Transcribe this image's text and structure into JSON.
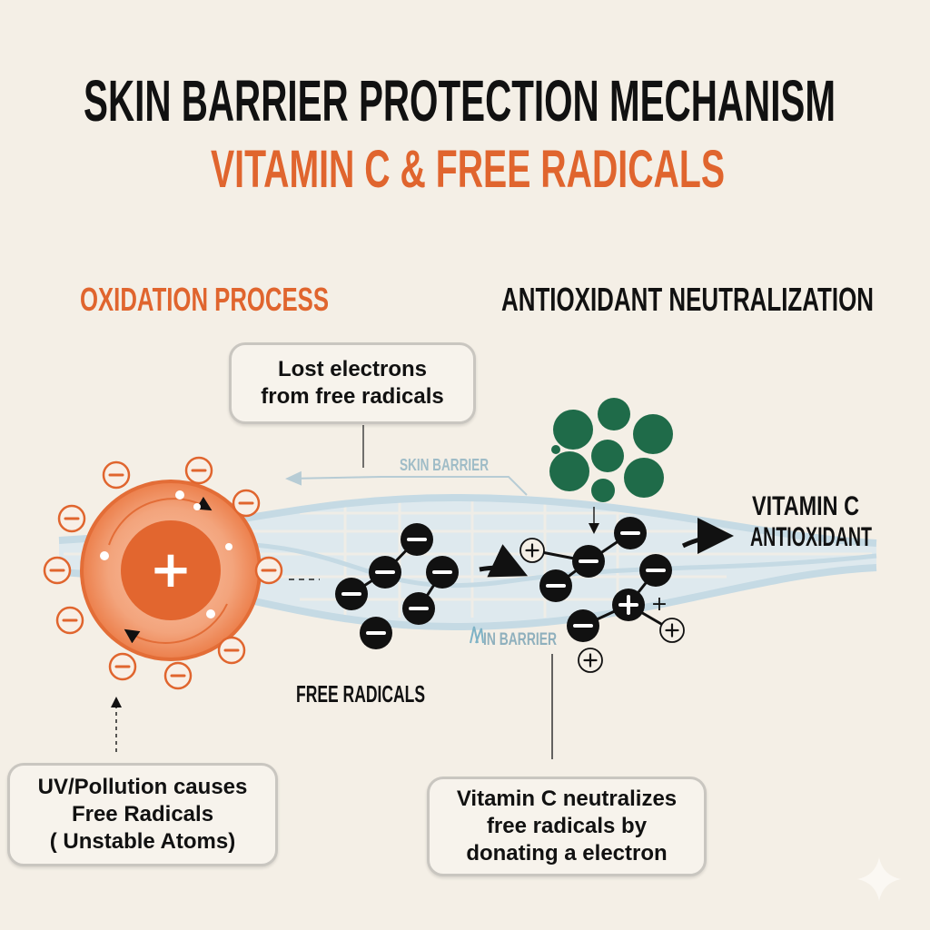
{
  "title": {
    "line1": "SKIN BARRIER PROTECTION MECHANISM",
    "line2": "VITAMIN C & FREE RADICALS"
  },
  "sections": {
    "left": "OXIDATION PROCESS",
    "right": "ANTIOXIDANT NEUTRALIZATION"
  },
  "labels": {
    "skin_barrier_top": "SKIN BARRIER",
    "skin_barrier_bottom": "IN BARRIER",
    "free_radicals": "FREE RADICALS",
    "vitamin_c_line1": "VITAMIN C",
    "vitamin_c_line2": "ANTIOXIDANT"
  },
  "callouts": {
    "lost_electrons": [
      "Lost electrons",
      "from free radicals"
    ],
    "uv_pollution": [
      "UV/Pollution causes",
      "Free Radicals",
      "( Unstable Atoms)"
    ],
    "vitamin_c": [
      "Vitamin C neutralizes",
      "free radicals by",
      "donating a electron"
    ]
  },
  "symbols": {
    "plus": "+",
    "minus": "−"
  },
  "colors": {
    "background": "#f4efe6",
    "accent_orange": "#e0652e",
    "atom_outer": "#f3a47c",
    "antioxidant_green": "#1f6b49",
    "skin_barrier_blue": "#cfe1ea",
    "radical_black": "#111111"
  }
}
